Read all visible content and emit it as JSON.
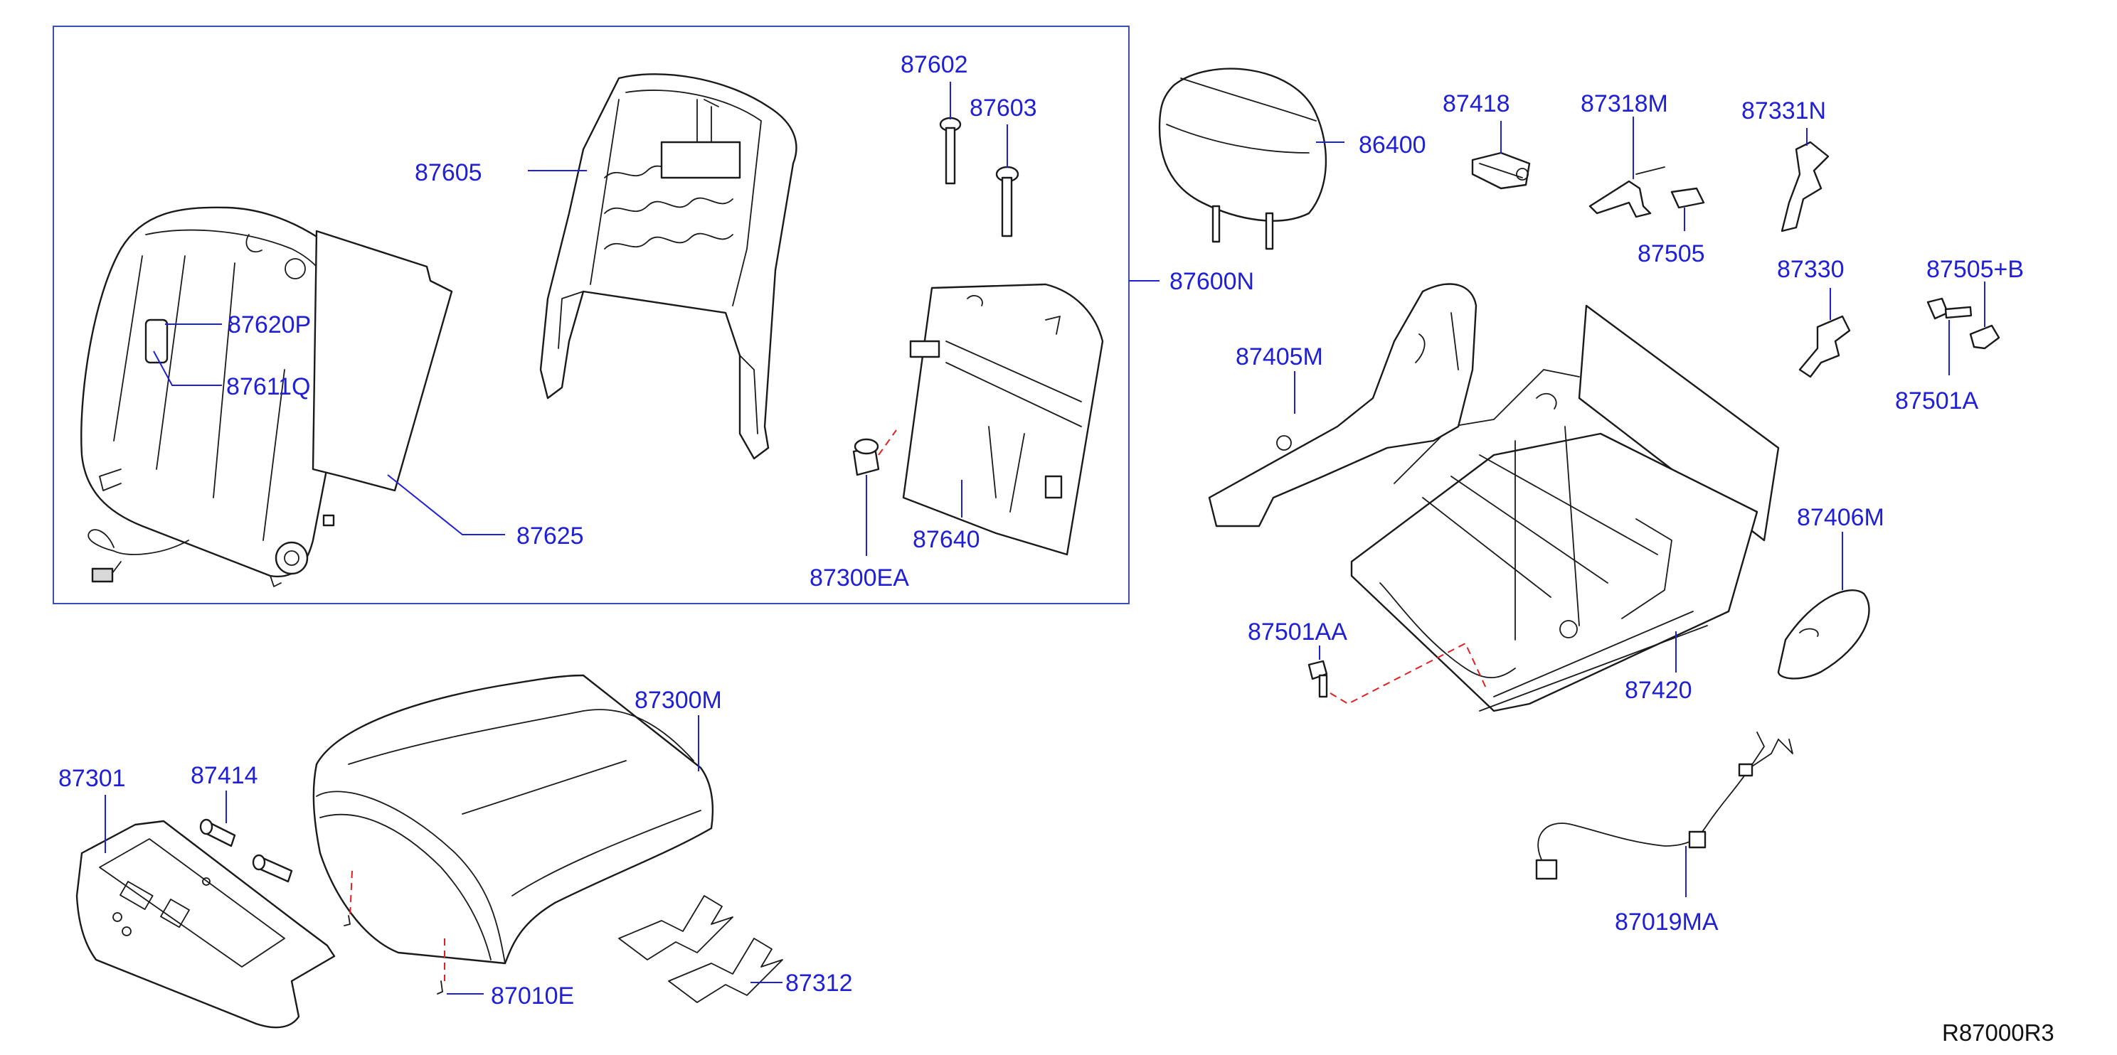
{
  "diagram": {
    "reference_code": "R87000R3",
    "colors": {
      "part_number": "#1f1fd6",
      "leader": "#1f1fd6",
      "outline": "#1a1a1a",
      "dashed_leader": "#e02020",
      "group_frame": "#3a4fb5"
    },
    "seat_back_group_label": "87600N",
    "part_numbers": {
      "p87602": "87602",
      "p87603": "87603",
      "p87605": "87605",
      "p87620P": "87620P",
      "p87611Q": "87611Q",
      "p87625": "87625",
      "p87640": "87640",
      "p87300EA": "87300EA",
      "p86400": "86400",
      "p87418": "87418",
      "p87318M": "87318M",
      "p87331N": "87331N",
      "p87505": "87505",
      "p87330": "87330",
      "p87505B": "87505+B",
      "p87501A": "87501A",
      "p87405M": "87405M",
      "p87406M": "87406M",
      "p87501AA": "87501AA",
      "p87420": "87420",
      "p87019MA": "87019MA",
      "p87300M": "87300M",
      "p87301": "87301",
      "p87414": "87414",
      "p87312": "87312",
      "p87010E": "87010E"
    }
  }
}
